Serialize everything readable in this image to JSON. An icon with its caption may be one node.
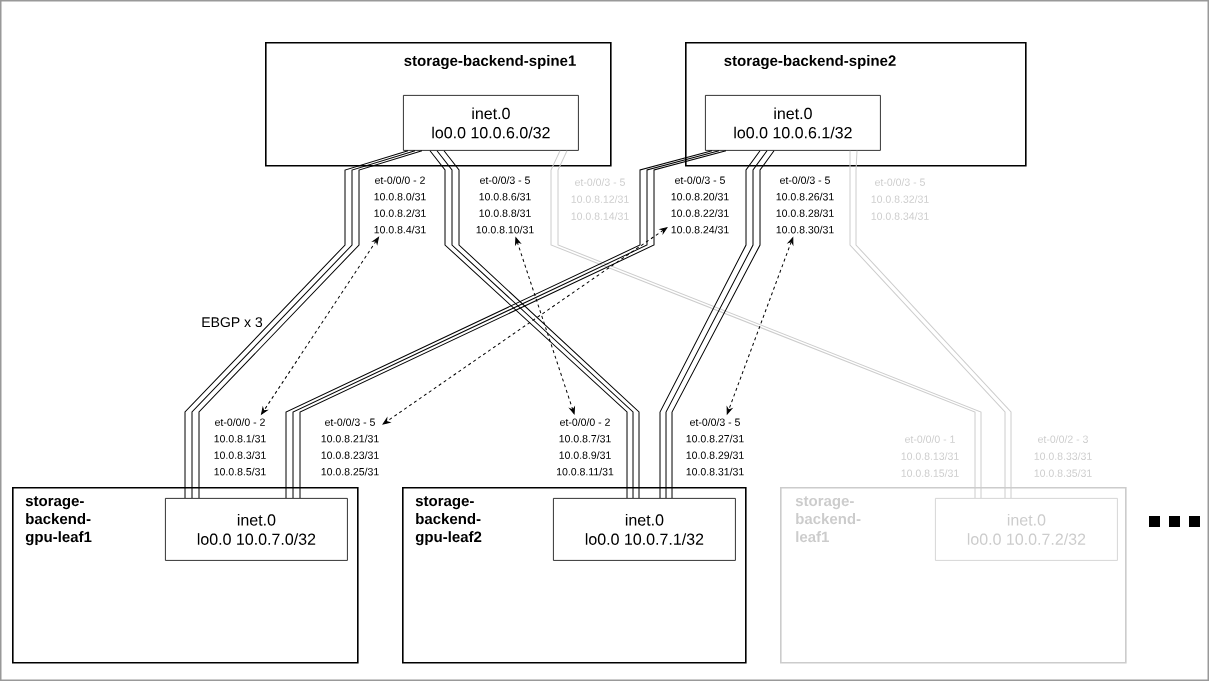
{
  "diagram": {
    "nodes": [
      {
        "text": [
          "storage-backend-spine1"
        ]
      },
      {
        "text": [
          "inet.0",
          "lo0.0 10.0.6.0/32"
        ],
        "in": 0
      },
      {
        "text": [
          "et-0/0/0 - 2",
          "10.0.8.0/31",
          "10.0.8.2/31",
          "10.0.8.4/31"
        ]
      },
      {
        "text": [
          "et-0/0/3 - 5",
          "10.0.8.6/31",
          "10.0.8.8/31",
          "10.0.8.10/31"
        ]
      },
      {
        "text": [
          "storage-backend-spine2"
        ]
      },
      {
        "text": [
          "inet.0",
          "lo0.0 10.0.6.1/32"
        ],
        "in": 4
      },
      {
        "text": [
          "et-0/0/3 - 5",
          "10.0.8.20/31",
          "10.0.8.22/31",
          "10.0.8.24/31"
        ]
      },
      {
        "text": [
          "et-0/0/3 - 5",
          "10.0.8.26/31",
          "10.0.8.28/31",
          "10.0.8.30/31"
        ]
      },
      {
        "text": [
          "et-0/0/0 - 2",
          "10.0.8.1/31",
          "10.0.8.3/31",
          "10.0.8.5/31"
        ]
      },
      {
        "text": [
          "et-0/0/3 - 5",
          "10.0.8.21/31",
          "10.0.8.23/31",
          "10.0.8.25/31"
        ]
      },
      {
        "text": [
          "et-0/0/0 - 2",
          "10.0.8.7/31",
          "10.0.8.9/31",
          "10.0.8.11/31"
        ]
      },
      {
        "text": [
          "et-0/0/3 - 5",
          "10.0.8.27/31",
          "10.0.8.29/31",
          "10.0.8.31/31"
        ]
      },
      {
        "text": [
          "storage-backend-gpu-leaf1"
        ]
      },
      {
        "text": [
          "inet.0",
          "lo0.0 10.0.7.0/32"
        ],
        "in": 12
      },
      {
        "text": [
          "storage-backend-gpu-leaf2"
        ]
      },
      {
        "text": [
          "inet.0",
          "lo0.0 10.0.7.1/32"
        ],
        "in": 14
      },
      {
        "text": [
          "storage-backend-leaf1"
        ]
      },
      {
        "text": [
          "inet.0",
          "lo0.0 10.0.7.2/32"
        ],
        "in": 16
      }
    ],
    "edges": [
      {
        "from": 1,
        "to": 13,
        "arrow": "none"
      },
      {
        "from": 1,
        "to": 13,
        "arrow": "none"
      },
      {
        "from": 1,
        "to": 13,
        "arrow": "none"
      },
      {
        "from": 1,
        "to": 15,
        "arrow": "none"
      },
      {
        "from": 1,
        "to": 15,
        "arrow": "none"
      },
      {
        "from": 1,
        "to": 15,
        "arrow": "none"
      },
      {
        "from": 1,
        "to": 17,
        "arrow": "none",
        "color": "#cccccc"
      },
      {
        "from": 1,
        "to": 17,
        "arrow": "none",
        "color": "#cccccc"
      },
      {
        "from": 5,
        "to": 13,
        "arrow": "none"
      },
      {
        "from": 5,
        "to": 13,
        "arrow": "none"
      },
      {
        "from": 5,
        "to": 13,
        "arrow": "none"
      },
      {
        "from": 5,
        "to": 15,
        "arrow": "none"
      },
      {
        "from": 5,
        "to": 15,
        "arrow": "none"
      },
      {
        "from": 5,
        "to": 15,
        "arrow": "none"
      },
      {
        "from": 5,
        "to": 17,
        "arrow": "none",
        "color": "#cccccc"
      },
      {
        "from": 5,
        "to": 17,
        "arrow": "none",
        "color": "#cccccc"
      },
      {
        "from": 2,
        "to": 8,
        "arrow": "both",
        "style": "dashed"
      },
      {
        "from": 3,
        "to": 10,
        "arrow": "both",
        "style": "dashed"
      },
      {
        "from": 6,
        "to": 9,
        "arrow": "both",
        "style": "dashed"
      },
      {
        "from": 7,
        "to": 11,
        "arrow": "both",
        "style": "dashed"
      }
    ],
    "labels": [
      "et-0/0/3 - 5",
      "10.0.8.12/31",
      "10.0.8.14/31",
      "et-0/0/3 - 5",
      "10.0.8.32/31",
      "10.0.8.34/31",
      "EBGP x 3",
      "et-0/0/0 - 1",
      "10.0.8.13/31",
      "10.0.8.15/31",
      "et-0/0/2 - 3",
      "10.0.8.33/31",
      "10.0.8.35/31"
    ]
  }
}
